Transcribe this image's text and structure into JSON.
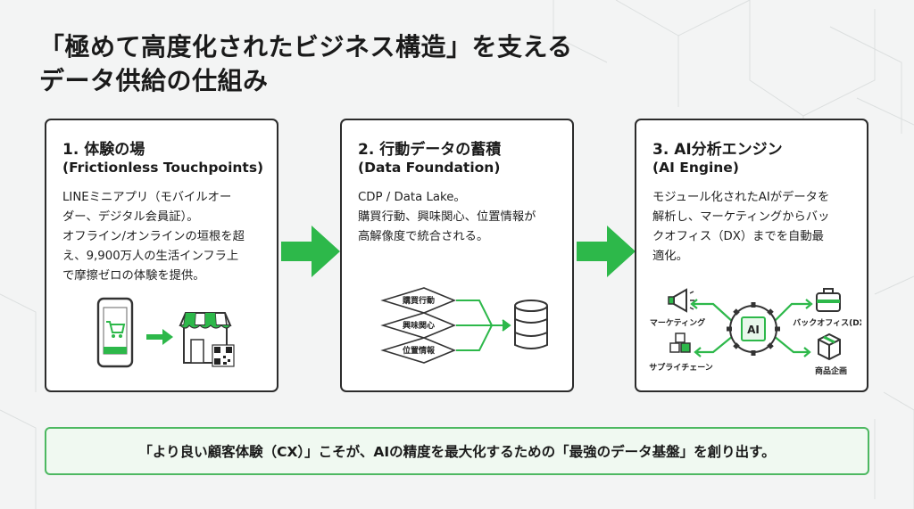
{
  "title": {
    "line1": "「極めて高度化されたビジネス構造」を支える",
    "line2": "データ供給の仕組み"
  },
  "colors": {
    "accent": "#2db84a",
    "border": "#2b2b2b",
    "banner_bg": "#f0f9f1"
  },
  "cards": [
    {
      "heading": "1. 体験の場",
      "subheading": "(Frictionless Touchpoints)",
      "body": [
        "LINEミニアプリ（モバイルオー",
        "ダー、デジタル会員証）。",
        "オフライン/オンラインの垣根を超",
        "え、9,900万人の生活インフラ上",
        "で摩擦ゼロの体験を提供。"
      ],
      "icons": [
        "smartphone-cart-icon",
        "arrow-right-icon",
        "storefront-icon",
        "qr-code-icon"
      ]
    },
    {
      "heading": "2. 行動データの蓄積",
      "subheading": "(Data Foundation)",
      "body": [
        "CDP / Data Lake。",
        "購買行動、興味関心、位置情報が",
        "高解像度で統合される。"
      ],
      "layers": [
        "購買行動",
        "興味関心",
        "位置情報"
      ],
      "icons": [
        "database-icon"
      ]
    },
    {
      "heading": "3. AI分析エンジン",
      "subheading": "(AI Engine)",
      "body": [
        "モジュール化されたAIがデータを",
        "解析し、マーケティングからバッ",
        "クオフィス（DX）までを自動最",
        "適化。"
      ],
      "hub": "AI",
      "nodes": [
        "マーケティング",
        "バックオフィス(DX)",
        "サプライチェーン",
        "商品企画"
      ],
      "icons": [
        "megaphone-icon",
        "briefcase-icon",
        "boxes-icon",
        "package-icon",
        "gear-chip-icon"
      ]
    }
  ],
  "banner": "「より良い顧客体験（CX）」こそが、AIの精度を最大化するための「最強のデータ基盤」を創り出す。"
}
